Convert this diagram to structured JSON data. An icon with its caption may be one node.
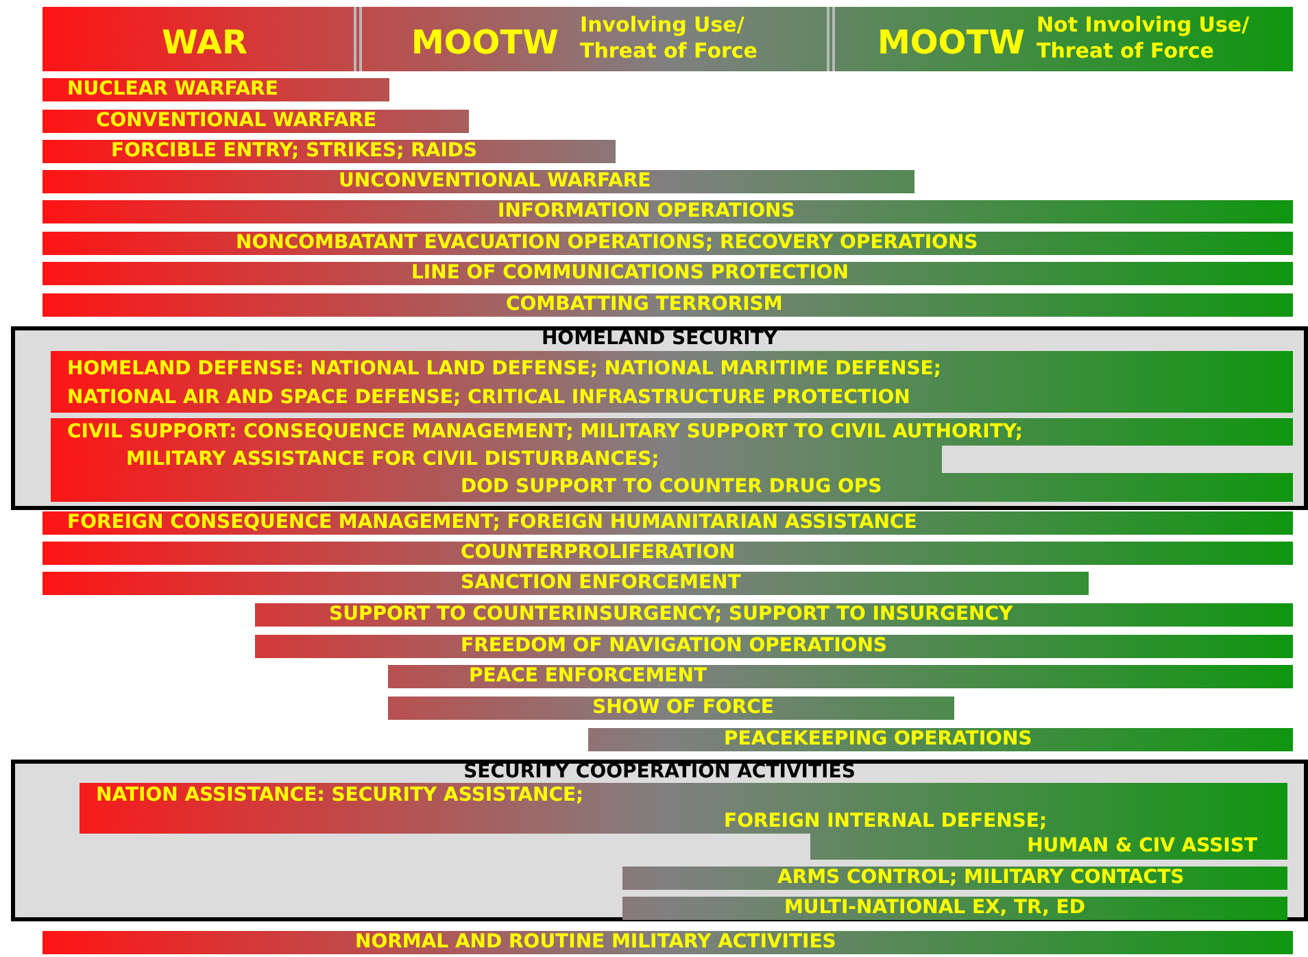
{
  "diagram": {
    "nodes": [
      {
        "text": [
          "WAR",
          "MOOTW",
          "Involving Use/ Threat of Force",
          "MOOTW",
          "Not Involving Use/ Threat of Force"
        ]
      },
      {
        "text": [
          "NUCLEAR WARFARE"
        ]
      },
      {
        "text": [
          "CONVENTIONAL WARFARE"
        ]
      },
      {
        "text": [
          "FORCIBLE ENTRY; STRIKES; RAIDS"
        ]
      },
      {
        "text": [
          "UNCONVENTIONAL WARFARE"
        ]
      },
      {
        "text": [
          "INFORMATION OPERATIONS"
        ]
      },
      {
        "text": [
          "NONCOMBATANT EVACUATION OPERATIONS; RECOVERY OPERATIONS"
        ]
      },
      {
        "text": [
          "LINE OF COMMUNICATIONS PROTECTION"
        ]
      },
      {
        "text": [
          "COMBATTING TERRORISM"
        ]
      },
      {
        "text": [
          "HOMELAND SECURITY"
        ]
      },
      {
        "text": [
          "HOMELAND DEFENSE: NATIONAL LAND DEFENSE; NATIONAL MARITIME DEFENSE; NATIONAL AIR AND SPACE DEFENSE; CRITICAL INFRASTRUCTURE PROTECTION"
        ],
        "in": 9
      },
      {
        "text": [
          "CIVIL SUPPORT: CONSEQUENCE MANAGEMENT; MILITARY SUPPORT TO CIVIL AUTHORITY;",
          "MILITARY ASSISTANCE FOR CIVIL DISTURBANCES;",
          "DOD SUPPORT TO COUNTER DRUG OPS"
        ],
        "in": 9
      },
      {
        "text": [
          "FOREIGN CONSEQUENCE MANAGEMENT; FOREIGN HUMANITARIAN ASSISTANCE"
        ]
      },
      {
        "text": [
          "COUNTERPROLIFERATION"
        ]
      },
      {
        "text": [
          "SANCTION ENFORCEMENT"
        ]
      },
      {
        "text": [
          "SUPPORT TO COUNTERINSURGENCY; SUPPORT TO INSURGENCY"
        ]
      },
      {
        "text": [
          "FREEDOM OF NAVIGATION OPERATIONS"
        ]
      },
      {
        "text": [
          "PEACE ENFORCEMENT"
        ]
      },
      {
        "text": [
          "SHOW OF FORCE"
        ]
      },
      {
        "text": [
          "PEACEKEEPING OPERATIONS"
        ]
      },
      {
        "text": [
          "SECURITY COOPERATION ACTIVITIES"
        ]
      },
      {
        "text": [
          "NATION ASSISTANCE: SECURITY ASSISTANCE;",
          "FOREIGN INTERNAL DEFENSE;",
          "HUMAN & CIV ASSIST"
        ],
        "in": 20
      },
      {
        "text": [
          "ARMS CONTROL; MILITARY CONTACTS"
        ],
        "in": 20
      },
      {
        "text": [
          "MULTI-NATIONAL EX, TR, ED"
        ],
        "in": 20
      },
      {
        "text": [
          "NORMAL AND ROUTINE MILITARY ACTIVITIES"
        ]
      }
    ]
  }
}
